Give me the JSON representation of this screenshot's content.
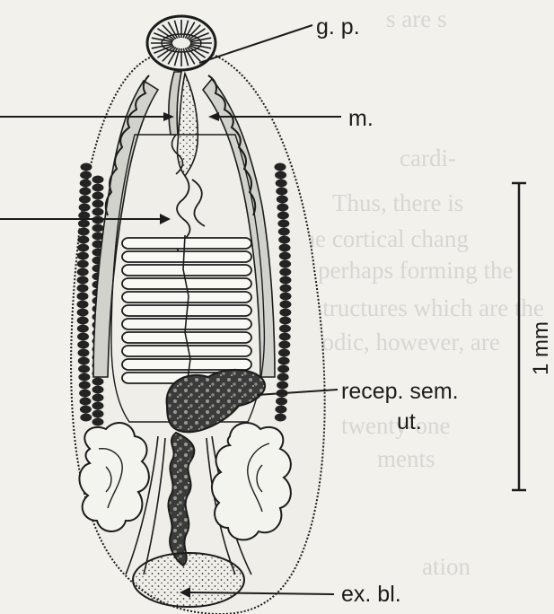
{
  "labels": {
    "genital_pore": "g. p.",
    "mouth": "m.",
    "receptaculum_seminis": "recep. sem.",
    "uterus": "ut.",
    "excretory_bladder": "ex. bl."
  },
  "scale_bar": {
    "label": "1 mm"
  },
  "colors": {
    "background": "#f2f1ec",
    "ink": "#1c1c1c",
    "gland": "#d2d2cc",
    "ghost_text": "#7c7c78"
  }
}
